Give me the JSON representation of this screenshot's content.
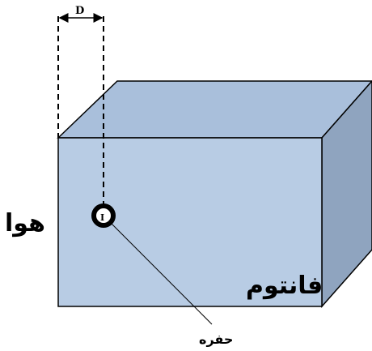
{
  "diagram": {
    "distance_label": "D",
    "air_label": "هوا",
    "phantom_label": "فانتوم",
    "hole_label": "حفره",
    "hole_marker": "I"
  },
  "colors": {
    "front_face": "#b8cce4",
    "top_face": "#a9bfdb",
    "side_face": "#8fa4bf",
    "edge": "#000000"
  }
}
